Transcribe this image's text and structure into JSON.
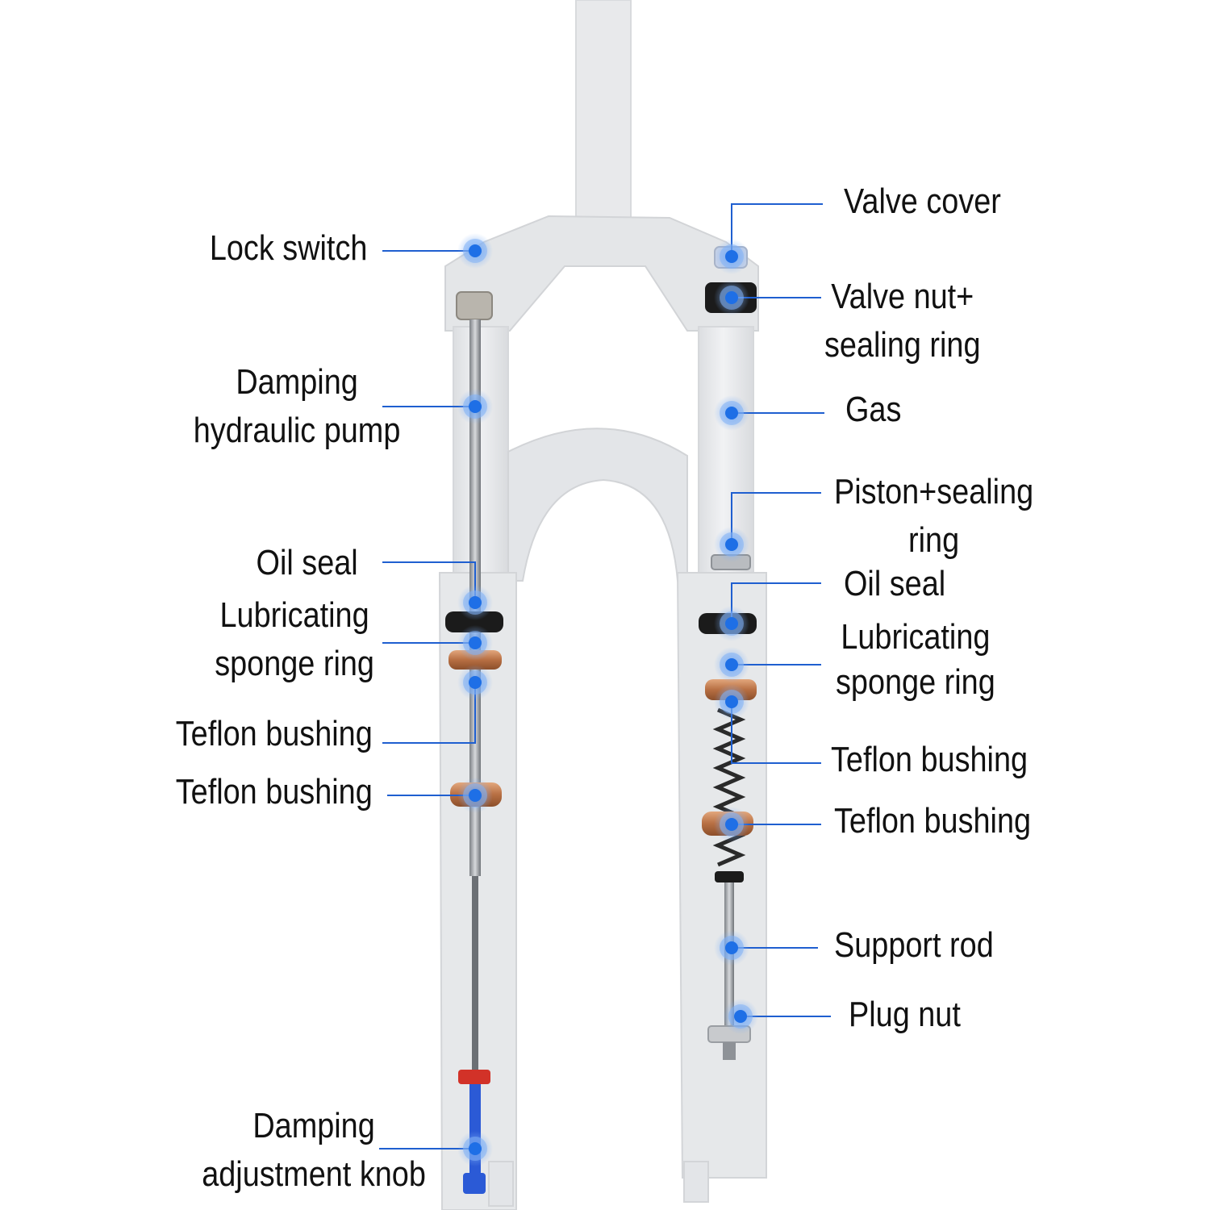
{
  "colors": {
    "fork_body": "#e6e7e9",
    "fork_edge": "#d4d6d9",
    "stanchion": "#eef0f2",
    "leader_line": "#1f5fd0",
    "marker": "#1e6fe6",
    "marker_glow": "#7fb0f5",
    "bushing": "#c07a4c",
    "seal": "#1b1b1b",
    "rod": "#9a9ea3",
    "knob_red": "#d23228",
    "knob_blue": "#2b5ad6",
    "label_text": "#111111"
  },
  "icons": {
    "marker": "blue-dot-marker-icon"
  },
  "labels": {
    "left": [
      {
        "id": "lock-switch",
        "lines": [
          "Lock switch"
        ]
      },
      {
        "id": "damping-hydraulic-pump",
        "lines": [
          "Damping",
          "hydraulic pump"
        ]
      },
      {
        "id": "oil-seal-left",
        "lines": [
          "Oil seal"
        ]
      },
      {
        "id": "lubricating-sponge-ring-left",
        "lines": [
          "Lubricating",
          "sponge ring"
        ]
      },
      {
        "id": "teflon-bushing-left-1",
        "lines": [
          "Teflon bushing"
        ]
      },
      {
        "id": "teflon-bushing-left-2",
        "lines": [
          "Teflon bushing"
        ]
      },
      {
        "id": "damping-adjustment-knob",
        "lines": [
          "Damping",
          "adjustment knob"
        ]
      }
    ],
    "right": [
      {
        "id": "valve-cover",
        "lines": [
          "Valve cover"
        ]
      },
      {
        "id": "valve-nut-sealing-ring",
        "lines": [
          "Valve nut+",
          "sealing ring"
        ]
      },
      {
        "id": "gas",
        "lines": [
          "Gas"
        ]
      },
      {
        "id": "piston-sealing-ring",
        "lines": [
          "Piston+sealing",
          "ring"
        ]
      },
      {
        "id": "oil-seal-right",
        "lines": [
          "Oil seal"
        ]
      },
      {
        "id": "lubricating-sponge-ring-right",
        "lines": [
          "Lubricating",
          "sponge ring"
        ]
      },
      {
        "id": "teflon-bushing-right-1",
        "lines": [
          "Teflon bushing"
        ]
      },
      {
        "id": "teflon-bushing-right-2",
        "lines": [
          "Teflon bushing"
        ]
      },
      {
        "id": "support-rod",
        "lines": [
          "Support rod"
        ]
      },
      {
        "id": "plug-nut",
        "lines": [
          "Plug nut"
        ]
      }
    ]
  }
}
